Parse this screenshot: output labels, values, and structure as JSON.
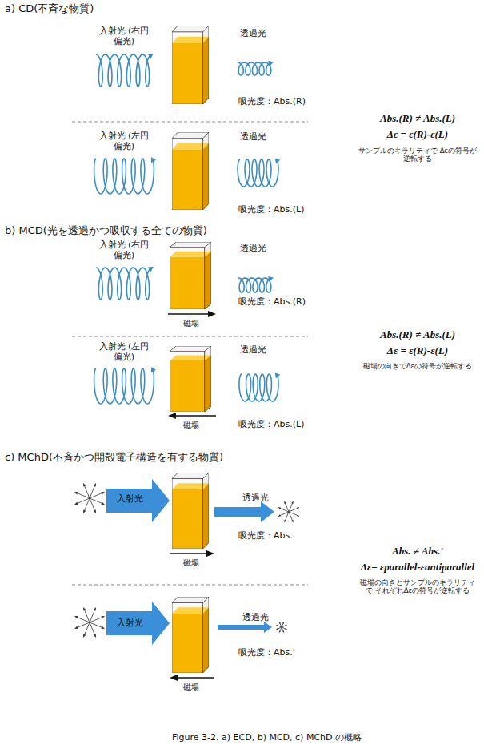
{
  "diagram": {
    "caption": "Figure 3-2. a) ECD, b) MCD, c) MChD の概略",
    "labels": [
      "a) CD(不斉な物質)",
      "入射光 (右円偏光)",
      "透過光",
      "吸光度：Abs.(R)",
      "入射光 (左円偏光)",
      "透過光",
      "吸光度：Abs.(L)",
      "Abs.(R) ≠ Abs.(L)",
      "Δε = ε(R)-ε(L)",
      "サンプルのキラリティで Δεの符号が逆転する",
      "b) MCD(光を透過かつ吸収する全ての物質)",
      "入射光 (右円偏光)",
      "透過光",
      "吸光度：Abs.(R)",
      "磁場",
      "入射光 (左円偏光)",
      "透過光",
      "吸光度：Abs.(L)",
      "磁場",
      "Abs.(R) ≠ Abs.(L)",
      "Δε = ε(R)-ε(L)",
      "磁場の向きでΔεの符号が逆転する",
      "c) MChD(不斉かつ開殻電子構造を有する物質)",
      "入射光",
      "透過光",
      "吸光度：Abs.",
      "磁場",
      "入射光",
      "透過光",
      "吸光度：Abs.'",
      "磁場",
      "Abs. ≠ Abs.'",
      "Δε= εparallel-εantiparallel",
      "磁場の向きとサンプルのキラリティで それぞれΔεの符号が逆転する"
    ]
  }
}
